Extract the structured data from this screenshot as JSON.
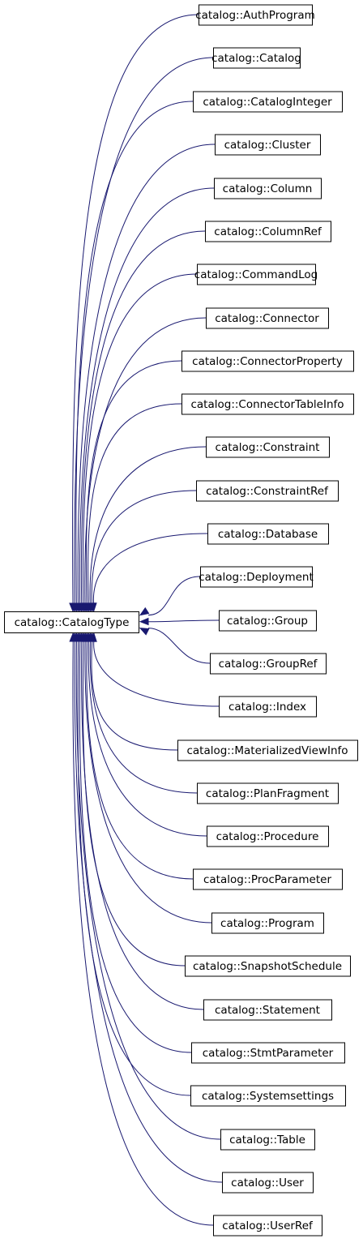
{
  "diagram": {
    "base_class": "catalog::CatalogType",
    "derived_classes": [
      "catalog::AuthProgram",
      "catalog::Catalog",
      "catalog::CatalogInteger",
      "catalog::Cluster",
      "catalog::Column",
      "catalog::ColumnRef",
      "catalog::CommandLog",
      "catalog::Connector",
      "catalog::ConnectorProperty",
      "catalog::ConnectorTableInfo",
      "catalog::Constraint",
      "catalog::ConstraintRef",
      "catalog::Database",
      "catalog::Deployment",
      "catalog::Group",
      "catalog::GroupRef",
      "catalog::Index",
      "catalog::MaterializedViewInfo",
      "catalog::PlanFragment",
      "catalog::Procedure",
      "catalog::ProcParameter",
      "catalog::Program",
      "catalog::SnapshotSchedule",
      "catalog::Statement",
      "catalog::StmtParameter",
      "catalog::Systemsettings",
      "catalog::Table",
      "catalog::User",
      "catalog::UserRef"
    ],
    "colors": {
      "edge": "#191970",
      "box_border": "#000000",
      "box_fill": "#ffffff",
      "text": "#000000"
    }
  }
}
